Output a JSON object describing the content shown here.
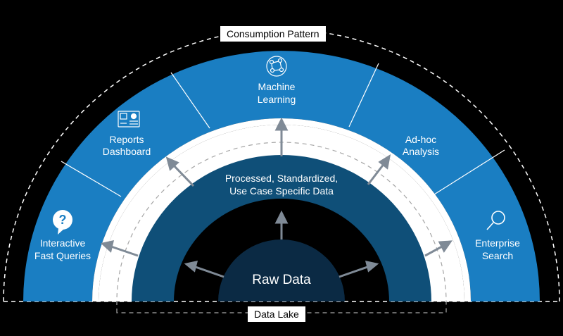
{
  "frame": {
    "consumption_label": "Consumption Pattern",
    "data_lake_label": "Data Lake"
  },
  "core": {
    "label": "Raw Data"
  },
  "middle": {
    "line1": "Processed, Standardized,",
    "line2": "Use Case Specific Data"
  },
  "segments": [
    {
      "line1": "Interactive",
      "line2": "Fast Queries",
      "icon": "question-icon"
    },
    {
      "line1": "Reports",
      "line2": "Dashboard",
      "icon": "dashboard-icon"
    },
    {
      "line1": "Machine",
      "line2": "Learning",
      "icon": "brain-icon"
    },
    {
      "line1": "Ad-hoc",
      "line2": "Analysis",
      "icon": ""
    },
    {
      "line1": "Enterprise",
      "line2": "Search",
      "icon": "search-icon"
    }
  ],
  "colors": {
    "outer_band": "#1a7ec2",
    "middle_band": "#0f4f78",
    "core": "#0b2a44",
    "white": "#ffffff",
    "background": "#000000"
  }
}
